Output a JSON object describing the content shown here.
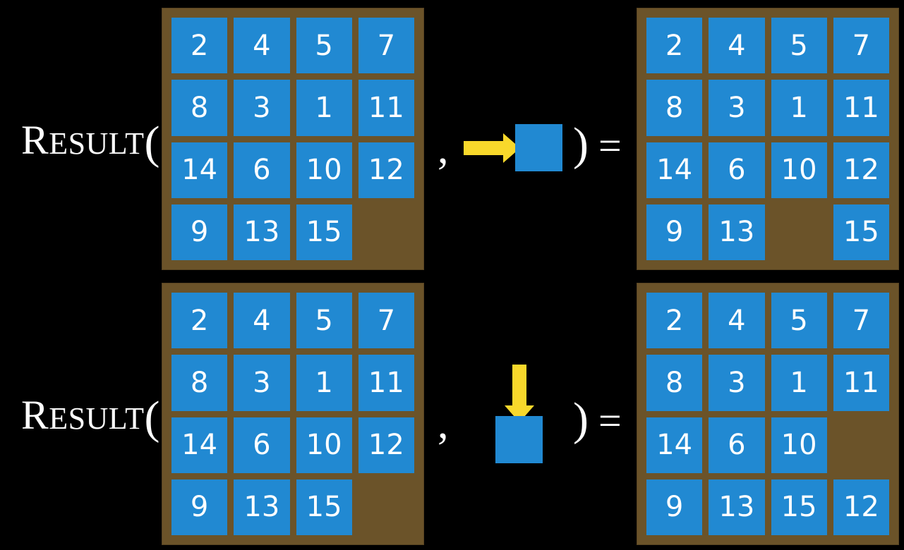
{
  "background_color": "#000000",
  "colors": {
    "board_background": "#6b5329",
    "tile": "#2189d2",
    "tile_text": "#ffffff",
    "arrow": "#f8d82b",
    "glyph_text": "#ffffff"
  },
  "rows": [
    {
      "label": {
        "initial": "R",
        "rest": "ESULT",
        "open_paren": "("
      },
      "input_board": {
        "name": "input-board-row1",
        "tiles": [
          "2",
          "4",
          "5",
          "7",
          "8",
          "3",
          "1",
          "11",
          "14",
          "6",
          "10",
          "12",
          "9",
          "13",
          "15",
          ""
        ]
      },
      "separator": ",",
      "move": {
        "direction": "right",
        "arrow_icon": "arrow-right-icon",
        "tile_label": ""
      },
      "close_paren": ")",
      "equals": "=",
      "output_board": {
        "name": "output-board-row1",
        "tiles": [
          "2",
          "4",
          "5",
          "7",
          "8",
          "3",
          "1",
          "11",
          "14",
          "6",
          "10",
          "12",
          "9",
          "13",
          "",
          "15"
        ]
      }
    },
    {
      "label": {
        "initial": "R",
        "rest": "ESULT",
        "open_paren": "("
      },
      "input_board": {
        "name": "input-board-row2",
        "tiles": [
          "2",
          "4",
          "5",
          "7",
          "8",
          "3",
          "1",
          "11",
          "14",
          "6",
          "10",
          "12",
          "9",
          "13",
          "15",
          ""
        ]
      },
      "separator": ",",
      "move": {
        "direction": "down",
        "arrow_icon": "arrow-down-icon",
        "tile_label": ""
      },
      "close_paren": ")",
      "equals": "=",
      "output_board": {
        "name": "output-board-row2",
        "tiles": [
          "2",
          "4",
          "5",
          "7",
          "8",
          "3",
          "1",
          "11",
          "14",
          "6",
          "10",
          "",
          "9",
          "13",
          "15",
          "12"
        ]
      }
    }
  ]
}
